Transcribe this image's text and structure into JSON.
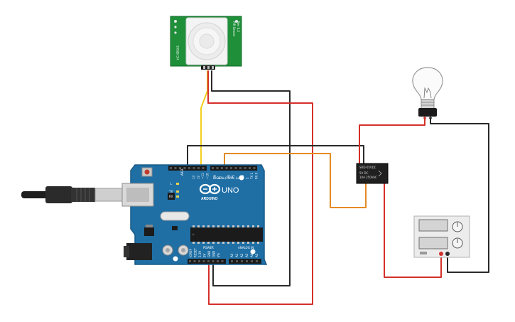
{
  "arduino": {
    "brand": "ARDUINO",
    "model": "UNO",
    "digital_header_label": "DIGITAL (PWM~)",
    "analog_header_label": "ANALOG IN",
    "power_header_label": "POWER",
    "tx_label": "TX",
    "rx_label": "RX",
    "l_label": "L",
    "aref_label": "AREF",
    "gnd_label": "GND",
    "digital_pins": [
      "13",
      "12",
      "~11",
      "~10",
      "~9",
      "8",
      "7",
      "~6",
      "~5",
      "4",
      "~3",
      "2",
      "TX 1",
      "RX 0"
    ],
    "power_pins": [
      "IOREF",
      "RESET",
      "3.3V",
      "5V",
      "GND",
      "GND",
      "Vin"
    ],
    "analog_pins": [
      "A0",
      "A1",
      "A2",
      "A3",
      "A4",
      "A5"
    ]
  },
  "pir_sensor": {
    "side_text_left": "HC-SR501",
    "side_text_right_1": "PIR Sensor",
    "side_text_right_2": "Rev 0.2"
  },
  "relay": {
    "model": "SRD-05VDC",
    "line1": "5V DC",
    "line2": "10A 250VAC"
  },
  "power_supply": {
    "display_top": "",
    "display_bottom": ""
  },
  "colors": {
    "board": "#1f6fa5",
    "board_dark": "#195a88",
    "pir_pcb": "#1f8f3a",
    "wire_red": "#d4302a",
    "wire_black": "#2a2a2a",
    "wire_orange": "#e38a22",
    "wire_yellow": "#f2cf1f"
  }
}
